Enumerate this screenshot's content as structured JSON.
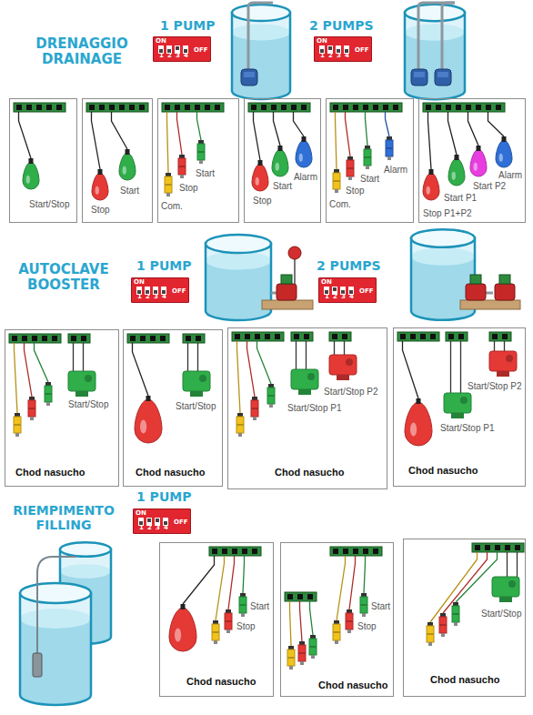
{
  "diagram": {
    "nodes": [
      {
        "text": [
          "ON",
          "1",
          "2",
          "3",
          "4",
          "OFF"
        ]
      },
      {
        "text": [
          "ON",
          "1",
          "2",
          "3",
          "4",
          "OFF"
        ]
      },
      {
        "text": [
          "Start/Stop"
        ]
      },
      {
        "text": [
          "Start",
          "Stop"
        ]
      },
      {
        "text": [
          "Start",
          "Stop",
          "Com."
        ]
      },
      {
        "text": [
          "Alarm",
          "Start",
          "Stop"
        ]
      },
      {
        "text": [
          "Alarm",
          "Start",
          "Stop",
          "Com."
        ]
      },
      {
        "text": [
          "Start P2",
          "Start P1",
          "Alarm",
          "Stop P1+P2"
        ]
      },
      {
        "text": [
          "ON",
          "1",
          "2",
          "3",
          "4",
          "OFF"
        ]
      },
      {
        "text": [
          "ON",
          "1",
          "2",
          "3",
          "4",
          "OFF"
        ]
      },
      {
        "text": [
          "Start/Stop",
          "Chod nasucho"
        ]
      },
      {
        "text": [
          "Start/Stop",
          "Chod nasucho"
        ]
      },
      {
        "text": [
          "Start/Stop P2",
          "Start/Stop P1",
          "Chod nasucho"
        ]
      },
      {
        "text": [
          "Start/Stop P2",
          "Start/Stop P1",
          "Chod nasucho"
        ]
      },
      {
        "text": [
          "ON",
          "1",
          "2",
          "3",
          "4",
          "OFF"
        ]
      },
      {
        "text": [
          "Start",
          "Stop",
          "Chod nasucho"
        ]
      },
      {
        "text": [
          "Start",
          "Stop",
          "Chod nasucho"
        ]
      },
      {
        "text": [
          "Start/Stop",
          "Chod nasucho"
        ]
      }
    ],
    "labels": [
      "DRENAGGIO DRAINAGE",
      "1 PUMP",
      "2 PUMPS",
      "AUTOCLAVE BOOSTER",
      "1 PUMP",
      "2 PUMPS",
      "RIEMPIMENTO FILLING",
      "1 PUMP"
    ]
  }
}
